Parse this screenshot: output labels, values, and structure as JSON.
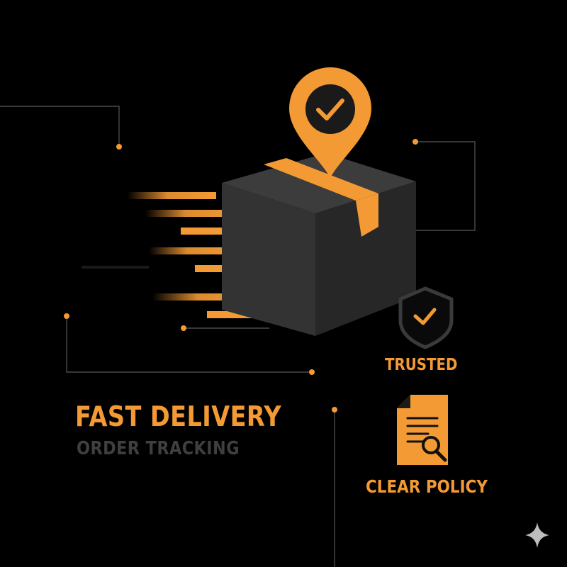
{
  "headline": {
    "title": "FAST DELIVERY",
    "subtitle": "ORDER TRACKING"
  },
  "badges": {
    "trusted_label": "TRUSTED",
    "policy_label": "CLEAR POLICY"
  },
  "colors": {
    "accent": "#F39A34",
    "background": "#000000",
    "box_top": "#3C3C3C",
    "box_front": "#333333",
    "box_side": "#272727",
    "subtitle": "#3F3F3F",
    "lines": "#4A4A4A"
  },
  "icons": {
    "pin": "location-pin-check-icon",
    "box": "package-box-icon",
    "shield": "shield-check-icon",
    "policy": "document-search-icon",
    "sparkle": "sparkle-icon"
  }
}
